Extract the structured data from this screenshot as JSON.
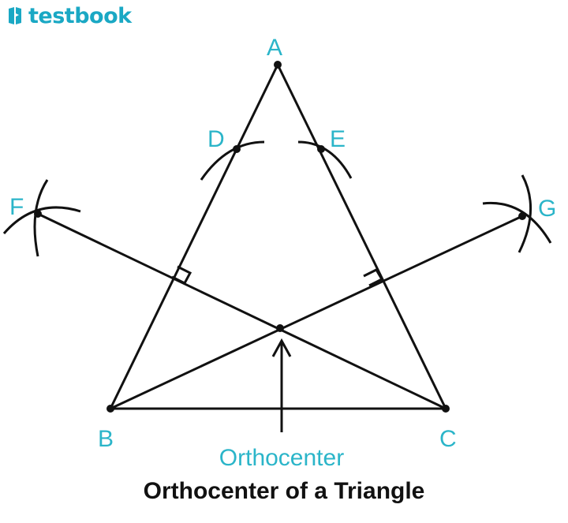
{
  "brand": {
    "name": "testbook",
    "logo_icon": "testbook-logo-icon",
    "color": "#1aa8c4"
  },
  "diagram": {
    "label_color": "#2bb5c9",
    "line_color": "#111111",
    "points": {
      "A": "A",
      "B": "B",
      "C": "C",
      "D": "D",
      "E": "E",
      "F": "F",
      "G": "G"
    },
    "orthocenter_label": "Orthocenter"
  },
  "title": "Orthocenter of a Triangle"
}
